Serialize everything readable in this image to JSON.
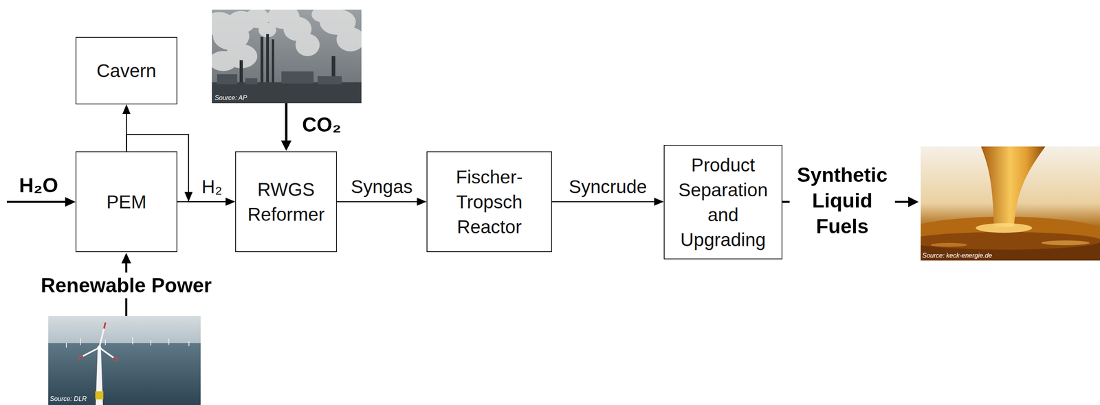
{
  "diagram": {
    "nodes": [
      {
        "text": [
          "Cavern"
        ]
      },
      {
        "text": [
          "PEM"
        ]
      },
      {
        "text": [
          "RWGS Reformer"
        ]
      },
      {
        "text": [
          "Fischer-Tropsch Reactor"
        ]
      },
      {
        "text": [
          "Product Separation and Upgrading"
        ]
      }
    ],
    "edges": [
      {
        "from": 1,
        "to": 0,
        "arrow": "to"
      },
      {
        "from": 1,
        "to": 2,
        "label": "H₂",
        "arrow": "to"
      },
      {
        "from": 1,
        "to": 2,
        "arrow": "to"
      },
      {
        "from": 2,
        "to": 3,
        "label": "Syngas",
        "arrow": "to"
      },
      {
        "from": 3,
        "to": 4,
        "label": "Syncrude",
        "arrow": "to"
      }
    ],
    "labels": [
      "H₂O",
      "CO₂",
      "Renewable Power",
      "Synthetic Liquid Fuels",
      "Source: AP",
      "Source: keck-energie.de",
      "Source: DLR"
    ]
  }
}
